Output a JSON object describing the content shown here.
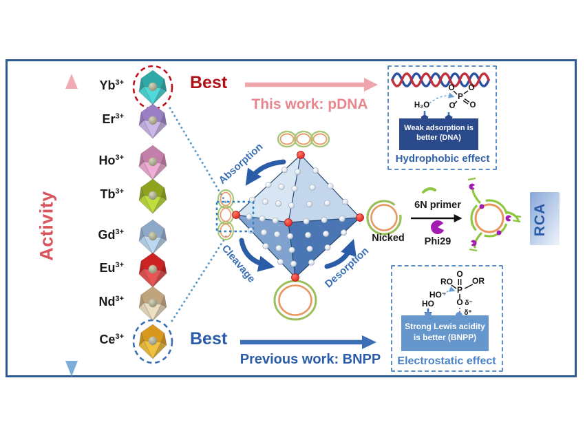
{
  "figure": {
    "border_color": "#2E5A94",
    "background": "#FFFFFF"
  },
  "activity_axis": {
    "label": "Activity",
    "label_color": "#D9545C",
    "arrow_top_color": "#F2ABB2",
    "arrow_bottom_color": "#7FAEDC"
  },
  "ions": [
    {
      "symbol": "Yb",
      "charge": "3+",
      "color": "#2FA8A8",
      "color_light": "#4FD9D9",
      "highlight_color": "#C0111A"
    },
    {
      "symbol": "Er",
      "charge": "3+",
      "color": "#9B7FC4",
      "color_light": "#CDB8EA",
      "highlight_color": null
    },
    {
      "symbol": "Ho",
      "charge": "3+",
      "color": "#C47FA8",
      "color_light": "#F0AED6",
      "highlight_color": null
    },
    {
      "symbol": "Tb",
      "charge": "3+",
      "color": "#8FA31E",
      "color_light": "#BFDE3E",
      "highlight_color": null
    },
    {
      "symbol": "Gd",
      "charge": "3+",
      "color": "#8CA8C8",
      "color_light": "#BCD8F0",
      "highlight_color": null
    },
    {
      "symbol": "Eu",
      "charge": "3+",
      "color": "#CC2222",
      "color_light": "#E85555",
      "highlight_color": null
    },
    {
      "symbol": "Nd",
      "charge": "3+",
      "color": "#C0A47E",
      "color_light": "#EEDFC2",
      "highlight_color": null
    },
    {
      "symbol": "Ce",
      "charge": "3+",
      "color": "#D8981E",
      "color_light": "#F2C23E",
      "highlight_color": "#3A6FB5"
    }
  ],
  "pdna_path": {
    "best": "Best",
    "best_color": "#B01118",
    "arrow_color": "#F0A4AC",
    "work": "This work: pDNA",
    "work_color": "#E8868E"
  },
  "bnpp_path": {
    "best": "Best",
    "best_color": "#2B5CA8",
    "arrow_color": "#3A6FB5",
    "work": "Previous work: BNPP",
    "work_color": "#2B5CA8"
  },
  "cycle": {
    "absorption": "Absorption",
    "cleavage": "Cleavage",
    "desorption": "Desorption",
    "label_color": "#3A6FB5",
    "arrow_color": "#2B5CA8"
  },
  "rca_pathway": {
    "nicked": "Nicked",
    "primer": "6N primer",
    "enzyme": "Phi29",
    "rca": "RCA",
    "rca_text_color": "#2B5CA8",
    "enzyme_color": "#A21CAF",
    "strand_green": "#8DC63F",
    "strand_orange": "#E8955E"
  },
  "hydrophobic_box": {
    "water": "H₂O",
    "p": "P",
    "o": "O",
    "statement": "Weak adsorption is better (DNA)",
    "caption": "Hydrophobic effect",
    "caption_color": "#3060A8",
    "panel_color": "#2B4A8C"
  },
  "electrostatic_box": {
    "o": "O",
    "ro": "RO",
    "or": "OR",
    "p": "P",
    "hydroxide": "HO⁻",
    "ho": "HO",
    "delta_minus": "δ⁻",
    "delta_plus": "δ⁺",
    "statement": "Strong Lewis acidity is better (BNPP)",
    "caption": "Electrostatic effect",
    "caption_color": "#4A82C4",
    "panel_color": "#6596CC"
  }
}
